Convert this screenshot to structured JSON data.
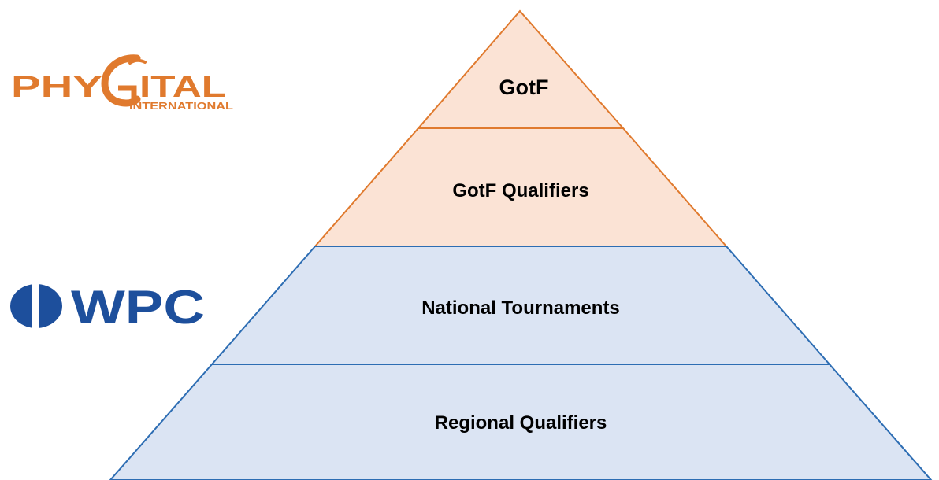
{
  "logos": {
    "phygital": {
      "wordmark_left": "PHY",
      "wordmark_right": "ITAL",
      "subtitle": "INTERNATIONAL",
      "color": "#e07a2e"
    },
    "wpc": {
      "wordmark": "WPC",
      "color": "#1d4f9c"
    }
  },
  "pyramid": {
    "tiers": [
      {
        "label": "GotF",
        "fill": "#fbe3d5",
        "stroke": "#e07a2e",
        "label_color": "#1e2a5a"
      },
      {
        "label": "GotF Qualifiers",
        "fill": "#fbe3d5",
        "stroke": "#e07a2e",
        "label_color": "#000000"
      },
      {
        "label": "National Tournaments",
        "fill": "#dbe4f3",
        "stroke": "#2d6db3",
        "label_color": "#000000"
      },
      {
        "label": "Regional Qualifiers",
        "fill": "#dbe4f3",
        "stroke": "#2d6db3",
        "label_color": "#000000"
      }
    ]
  }
}
